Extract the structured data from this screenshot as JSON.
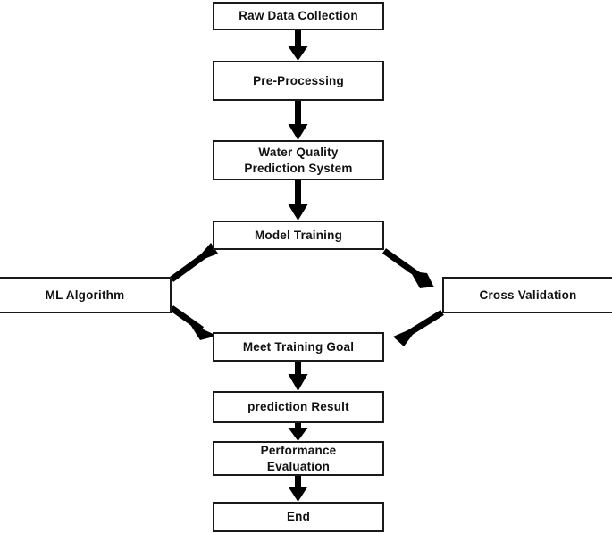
{
  "diagram": {
    "title": "Water Quality Prediction System Flowchart",
    "type": "flowchart",
    "colors": {
      "background": "#ffffff",
      "box_border": "#1a1a1a",
      "box_fill": "#ffffff",
      "text": "#111111",
      "arrow": "#000000"
    },
    "nodes": [
      {
        "id": "raw-data-collection",
        "label": "Raw Data Collection"
      },
      {
        "id": "pre-processing",
        "label": "Pre-Processing"
      },
      {
        "id": "water-quality",
        "label": "Water Quality\nPrediction System"
      },
      {
        "id": "model-training",
        "label": "Model Training"
      },
      {
        "id": "ml-algorithm",
        "label": "ML Algorithm"
      },
      {
        "id": "cross-validation",
        "label": "Cross Validation"
      },
      {
        "id": "meet-training-goal",
        "label": "Meet Training Goal"
      },
      {
        "id": "prediction-result",
        "label": "prediction Result"
      },
      {
        "id": "performance-eval",
        "label": "Performance\nEvaluation"
      },
      {
        "id": "end",
        "label": "End"
      }
    ],
    "edges": [
      {
        "from": "raw-data-collection",
        "to": "pre-processing",
        "direction": "down"
      },
      {
        "from": "pre-processing",
        "to": "water-quality",
        "direction": "down"
      },
      {
        "from": "water-quality",
        "to": "model-training",
        "direction": "down"
      },
      {
        "from": "ml-algorithm",
        "to": "model-training",
        "direction": "up-right"
      },
      {
        "from": "model-training",
        "to": "cross-validation",
        "direction": "down-right"
      },
      {
        "from": "cross-validation",
        "to": "meet-training-goal",
        "direction": "down-left"
      },
      {
        "from": "ml-algorithm",
        "to": "meet-training-goal",
        "direction": "down-right"
      },
      {
        "from": "meet-training-goal",
        "to": "prediction-result",
        "direction": "down"
      },
      {
        "from": "prediction-result",
        "to": "performance-eval",
        "direction": "down"
      },
      {
        "from": "performance-eval",
        "to": "end",
        "direction": "down"
      }
    ]
  }
}
